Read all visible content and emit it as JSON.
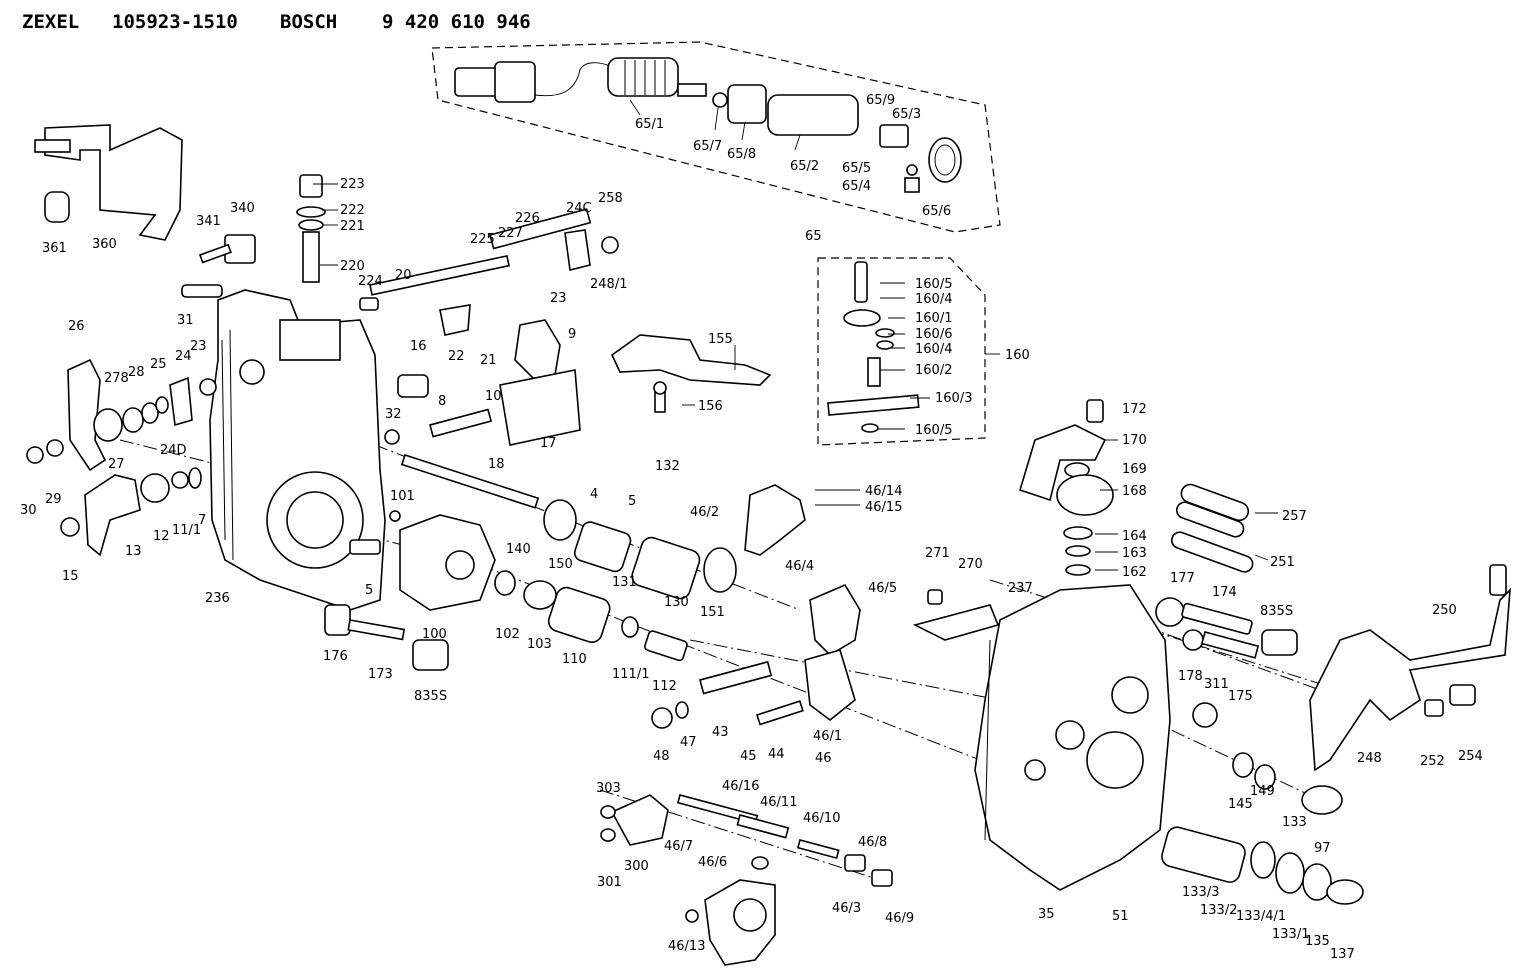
{
  "header": {
    "brand1": "ZEXEL",
    "part1": "105923-1510",
    "brand2": "BOSCH",
    "part2": "9 420 610 946"
  },
  "callouts": [
    "65/1",
    "65/7",
    "65/8",
    "65/2",
    "65/9",
    "65/3",
    "65/5",
    "65/4",
    "65/6",
    "65",
    "223",
    "222",
    "221",
    "220",
    "340",
    "341",
    "361",
    "360",
    "226",
    "225",
    "227",
    "24C",
    "258",
    "248/1",
    "23",
    "224",
    "20",
    "31",
    "160/5",
    "160/4",
    "160/1",
    "160/6",
    "160/4",
    "160/2",
    "160/3",
    "160/5",
    "160",
    "155",
    "156",
    "26",
    "278",
    "28",
    "25",
    "24",
    "23",
    "16",
    "22",
    "21",
    "9",
    "32",
    "10",
    "17",
    "8",
    "18",
    "132",
    "27",
    "24D",
    "30",
    "29",
    "4",
    "5",
    "172",
    "170",
    "169",
    "168",
    "46/14",
    "46/15",
    "46/2",
    "13",
    "12",
    "11/1",
    "7",
    "15",
    "101",
    "140",
    "150",
    "131",
    "130",
    "151",
    "257",
    "164",
    "163",
    "162",
    "251",
    "236",
    "5",
    "100",
    "46/4",
    "271",
    "270",
    "237",
    "177",
    "174",
    "835S",
    "250",
    "102",
    "103",
    "110",
    "111/1",
    "112",
    "46/5",
    "176",
    "173",
    "835S",
    "178",
    "311",
    "175",
    "48",
    "47",
    "43",
    "45",
    "44",
    "46/1",
    "46",
    "248",
    "252",
    "254",
    "303",
    "46/16",
    "46/11",
    "46/10",
    "145",
    "149",
    "133",
    "97",
    "300",
    "46/7",
    "46/6",
    "46/8",
    "301",
    "46/3",
    "46/9",
    "133/3",
    "133/2",
    "133/4/1",
    "35",
    "51",
    "133/1",
    "135",
    "137",
    "46/13"
  ]
}
